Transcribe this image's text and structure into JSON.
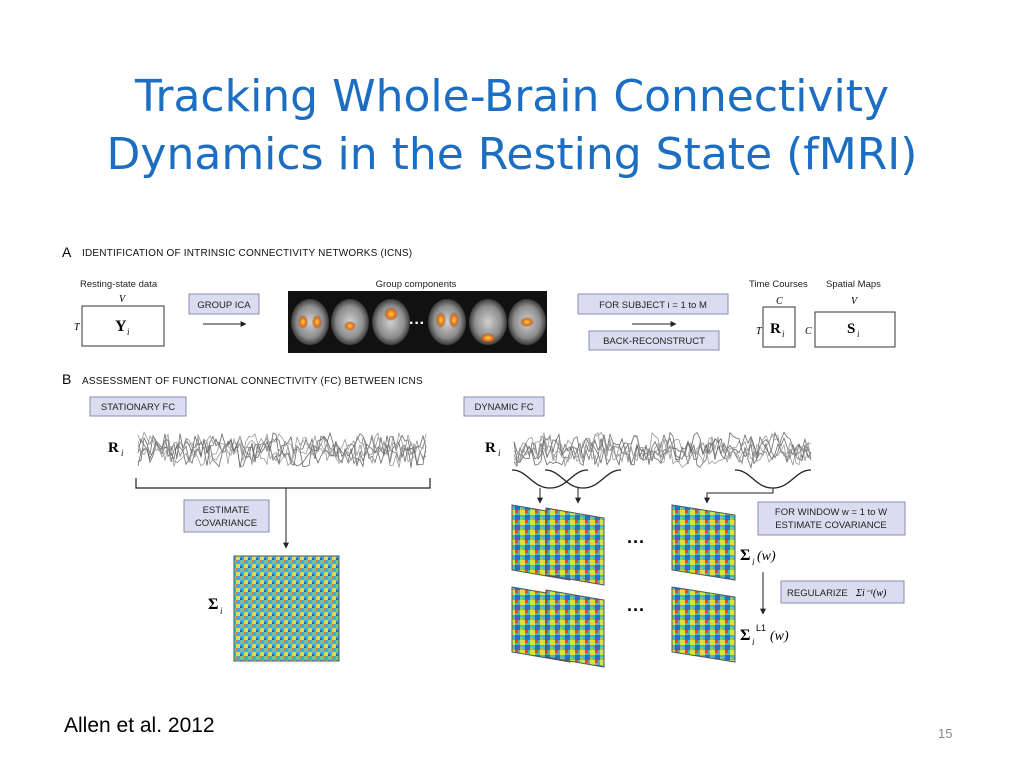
{
  "slide": {
    "title_line1": "Tracking Whole-Brain Connectivity",
    "title_line2": "Dynamics in the Resting State (fMRI)",
    "citation": "Allen et al. 2012",
    "page_number": "15"
  },
  "panel_a": {
    "letter": "A",
    "heading": "IDENTIFICATION OF INTRINSIC CONNECTIVITY NETWORKS (ICNS)",
    "resting_label": "Resting-state data",
    "axis_v": "V",
    "axis_t": "T",
    "axis_c": "C",
    "y_symbol": "Y",
    "r_symbol": "R",
    "s_symbol": "S",
    "subscript_i": "i",
    "group_ica": "GROUP ICA",
    "group_components": "Group components",
    "ellipsis": "···",
    "for_subject": "FOR SUBJECT i = 1 to M",
    "back_reconstruct": "BACK-RECONSTRUCT",
    "time_courses": "Time Courses",
    "spatial_maps": "Spatial Maps"
  },
  "panel_b": {
    "letter": "B",
    "heading": "ASSESSMENT OF FUNCTIONAL CONNECTIVITY (FC) BETWEEN ICNS",
    "stationary_fc": "STATIONARY FC",
    "dynamic_fc": "DYNAMIC FC",
    "estimate_line1": "ESTIMATE",
    "estimate_line2": "COVARIANCE",
    "sigma": "Σ",
    "sigma_w": "(w)",
    "sigma_l1": "L1",
    "for_window_line1": "FOR WINDOW w = 1 to W",
    "for_window_line2": "ESTIMATE COVARIANCE",
    "regularize": "REGULARIZE",
    "regularize_term": "Σi⁻¹(w)",
    "dots": "···"
  },
  "colors": {
    "title_blue": "#1b6ec2",
    "box_fill": "#dcdcf0",
    "box_stroke": "#8a8ab5"
  }
}
